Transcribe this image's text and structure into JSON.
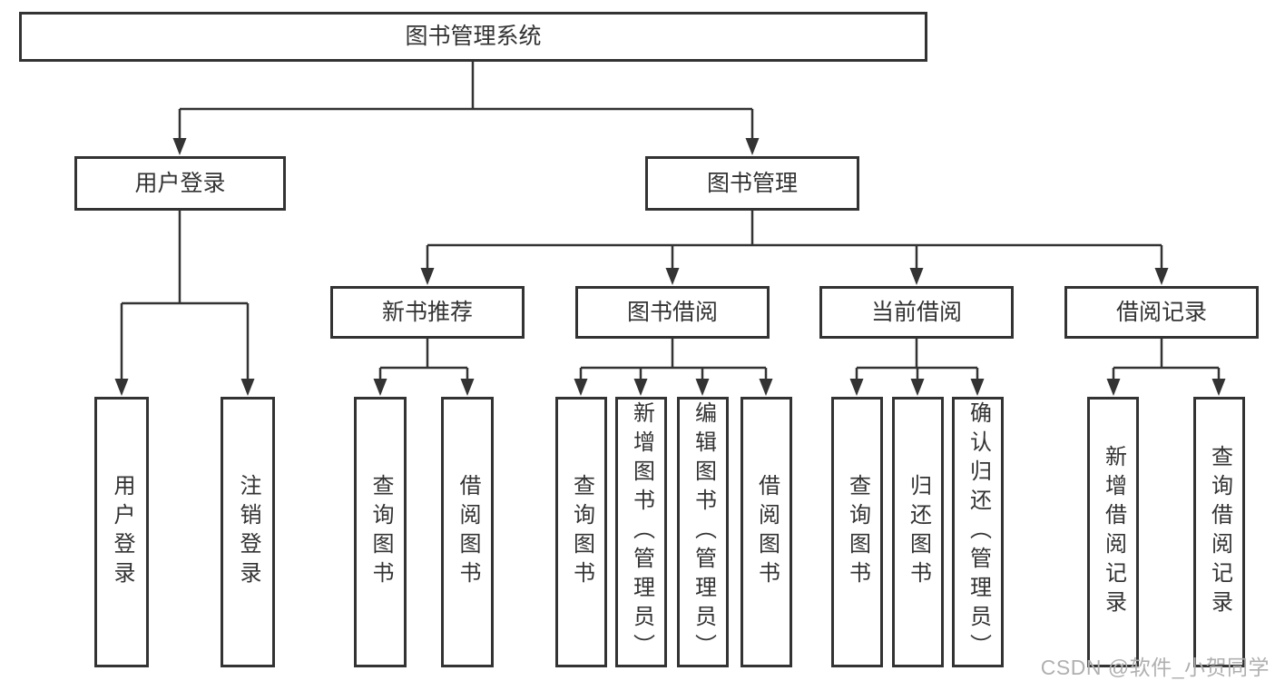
{
  "tree": {
    "label": "图书管理系统",
    "children": [
      {
        "label": "用户登录",
        "children": [
          {
            "label": "用户登录"
          },
          {
            "label": "注销登录"
          }
        ]
      },
      {
        "label": "图书管理",
        "children": [
          {
            "label": "新书推荐",
            "children": [
              {
                "label": "查询图书"
              },
              {
                "label": "借阅图书"
              }
            ]
          },
          {
            "label": "图书借阅",
            "children": [
              {
                "label": "查询图书"
              },
              {
                "label": "新增图书（管理员）"
              },
              {
                "label": "编辑图书（管理员）"
              },
              {
                "label": "借阅图书"
              }
            ]
          },
          {
            "label": "当前借阅",
            "children": [
              {
                "label": "查询图书"
              },
              {
                "label": "归还图书"
              },
              {
                "label": "确认归还（管理员）"
              }
            ]
          },
          {
            "label": "借阅记录",
            "children": [
              {
                "label": "新增借阅记录"
              },
              {
                "label": "查询借阅记录"
              }
            ]
          }
        ]
      }
    ]
  },
  "watermark": "CSDN @软件_小贺同学",
  "colors": {
    "line": "#333333",
    "border": "#333333",
    "text": "#333333",
    "watermark": "#b0b0b0",
    "background": "#ffffff"
  }
}
